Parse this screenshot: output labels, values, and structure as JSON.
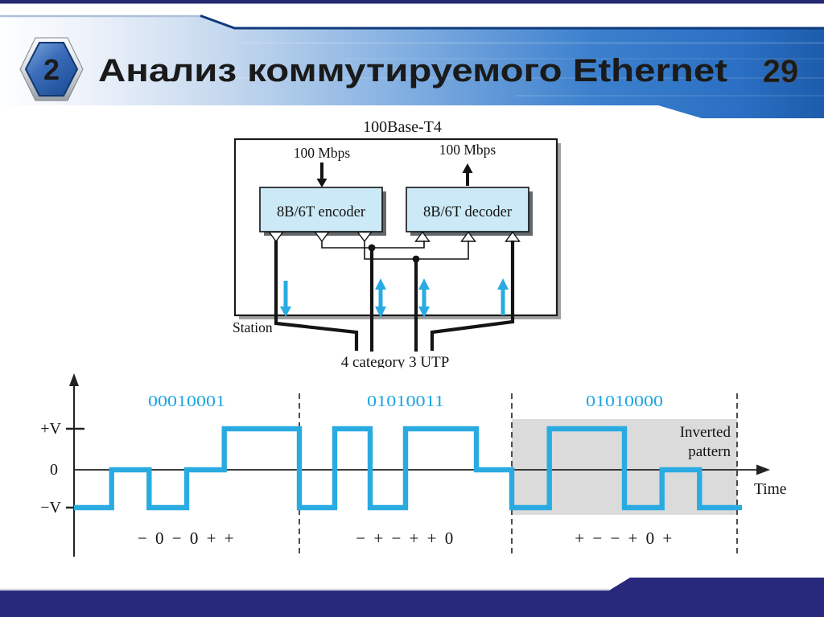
{
  "slide": {
    "badge_number": "2",
    "title": "Анализ коммутируемого Ethernet",
    "page_number": "29"
  },
  "diagram": {
    "title": "100Base-T4",
    "left_rate": "100 Mbps",
    "right_rate": "100 Mbps",
    "encoder": "8B/6T encoder",
    "decoder": "8B/6T decoder",
    "station": "Station",
    "cable": "4 category 3 UTP"
  },
  "chart_data": {
    "type": "line",
    "subtype": "ternary-step-waveform",
    "title": "",
    "x_axis_label": "Time",
    "y_labels": [
      "+V",
      "0",
      "−V"
    ],
    "y_levels": [
      1,
      0,
      -1
    ],
    "grid": false,
    "annotation_lines": [
      "Inverted",
      "pattern"
    ],
    "sections": [
      {
        "binary": "00010001",
        "ternary": "− 0 − 0 + +",
        "symbols": [
          "-",
          "0",
          "-",
          "0",
          "+",
          "+"
        ],
        "inverted": false
      },
      {
        "binary": "01010011",
        "ternary": "− + − + + 0",
        "symbols": [
          "-",
          "+",
          "-",
          "+",
          "+",
          "0"
        ],
        "inverted": false
      },
      {
        "binary": "01010000",
        "ternary": "+ − − + 0 +",
        "symbols": [
          "-",
          "+",
          "+",
          "-",
          "0",
          "-"
        ],
        "inverted": true
      }
    ]
  },
  "colors": {
    "accent_cyan": "#29abe2",
    "box_fill": "#cbe9f6",
    "inverted_bg": "#dbdbdb",
    "header_blue": "#2e74c6",
    "footer_navy": "#28287c"
  }
}
